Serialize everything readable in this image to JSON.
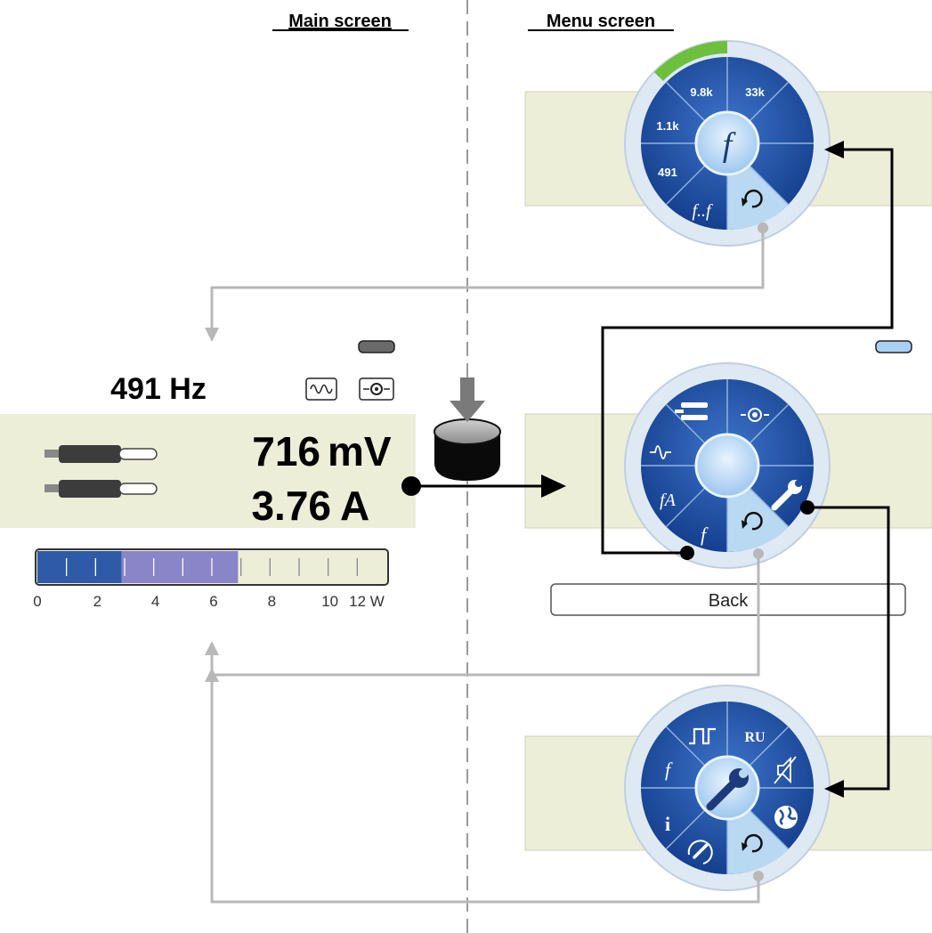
{
  "headers": {
    "main": "Main screen",
    "menu": "Menu screen"
  },
  "main_screen": {
    "frequency": "491 Hz",
    "voltage_value": "716",
    "voltage_unit": "mV",
    "current_value": "3.76",
    "current_unit": "A",
    "bar_ticks": [
      "0",
      "2",
      "4",
      "6",
      "8",
      "10",
      "12 W"
    ],
    "power_level": 6.9,
    "power_secondary_start": 2.9,
    "power_max": 12,
    "colors": {
      "bar_primary": "#2f5aa8",
      "bar_secondary": "#8a84c8",
      "bar_empty": "#edeed8",
      "panel": "#eceed8"
    }
  },
  "menu_frequency": {
    "segments": [
      "9.8k",
      "33k",
      "1.1k",
      "491",
      "f..f"
    ],
    "center_icon": "function-f-icon",
    "arc_color": "#6dbf3e"
  },
  "menu_main": {
    "back_label": "Back",
    "segments": [
      "probe-icon",
      "connector-icon",
      "waveform-icon",
      "fA",
      "f",
      "wrench-icon",
      "back-arrow-icon"
    ]
  },
  "menu_settings": {
    "segments": [
      "square-wave-icon",
      "RU",
      "f",
      "mute-icon",
      "info-icon",
      "globe-icon",
      "reset-wrench-icon",
      "back-arrow-icon"
    ],
    "center_icon": "wrench-icon"
  },
  "colors": {
    "menu_blue": "#1e4fa3",
    "menu_light": "#b9d8f2",
    "arrow_black": "#000000",
    "arrow_grey": "#b8b8b8"
  }
}
